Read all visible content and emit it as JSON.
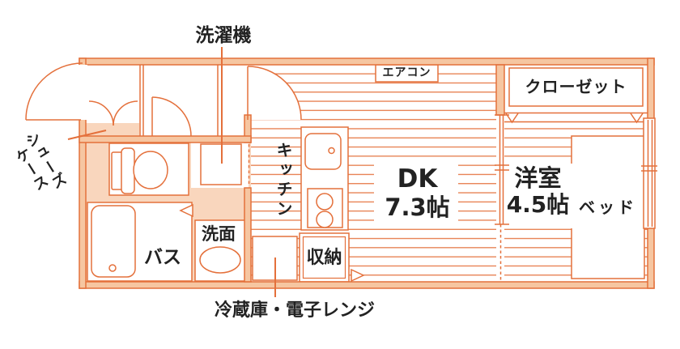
{
  "colors": {
    "line": "#e4703b",
    "wall_fill": "#f6c6a1",
    "wet_fill": "#f9d6bd",
    "text": "#222222"
  },
  "labels": {
    "washing_machine": "洗濯機",
    "shoe_case_line1": "シューズ",
    "shoe_case_line2": "ケース",
    "air_conditioner": "エアコン",
    "closet": "クローゼット",
    "kitchen": "キッチン",
    "dining_kitchen_name": "DK",
    "dining_kitchen_size": "7.3帖",
    "western_room_name": "洋室",
    "western_room_size": "4.5帖",
    "bed": "ベッド",
    "bath": "バス",
    "washstand": "洗面",
    "storage": "収納",
    "fridge_microwave": "冷蔵庫・電子レンジ"
  }
}
